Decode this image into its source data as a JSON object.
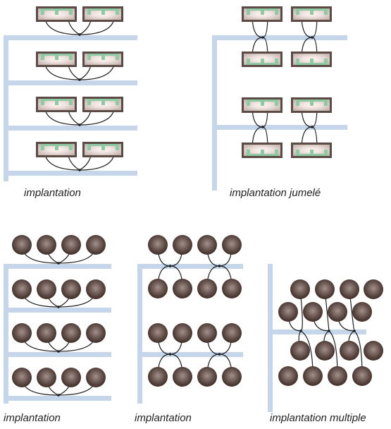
{
  "captions": {
    "panel_1": "implantation",
    "panel_2": "implantation jumelé",
    "panel_3": "implantation",
    "panel_4": "implantation",
    "panel_5": "implantation multiple"
  },
  "colors": {
    "pipe": "#c5d6ea",
    "wire": "#1c1c1c",
    "node": "#1c1c1c",
    "fixture_frame": "#5c4a44",
    "fixture_glow": "#fff4f0",
    "fixture_edge": "#d9c9c4",
    "lamp_clip": "#8fcaa4",
    "globe_light": "#a3908a",
    "globe_dark": "#3e2c26"
  },
  "icons": {
    "fixture": "rectangular-luminaire-icon",
    "globe": "globe-luminaire-icon",
    "wire": "electrical-wire",
    "pipe": "mounting-rail"
  }
}
